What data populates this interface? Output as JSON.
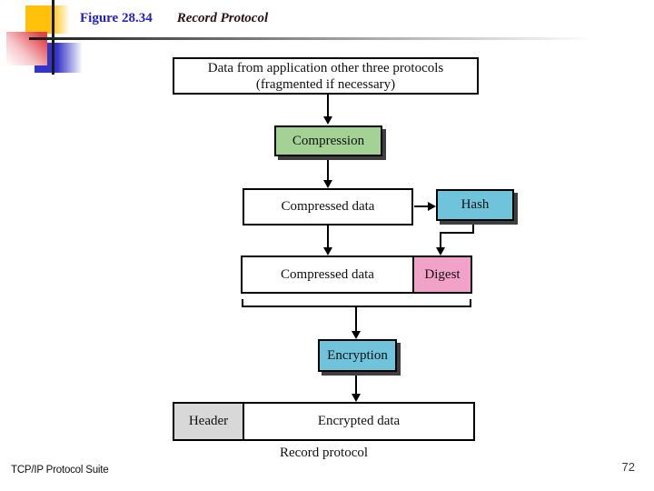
{
  "slide": {
    "title_prefix": "Figure 28.34",
    "title": "Record Protocol",
    "footer": "TCP/IP Protocol Suite",
    "page_number": "72"
  },
  "diagram": {
    "top_box_line1": "Data from application other three protocols",
    "top_box_line2": "(fragmented if necessary)",
    "compression_label": "Compression",
    "compressed_data_label": "Compressed data",
    "hash_label": "Hash",
    "compressed_data2_label": "Compressed data",
    "digest_label": "Digest",
    "encryption_label": "Encryption",
    "header_label": "Header",
    "encrypted_data_label": "Encrypted data",
    "caption": "Record protocol"
  },
  "colors": {
    "title_blue": "#2121bd",
    "title_maroon": "#2e1111",
    "process_green": "#a3d294",
    "process_blue": "#6fc4db",
    "digest_pink": "#f2a2c9",
    "header_gray": "#d8d8d8",
    "shadow": "#3f3f3f",
    "corner_yellow": "#ffc10a",
    "corner_red": "#e0434b",
    "corner_blue": "#3434c8"
  }
}
